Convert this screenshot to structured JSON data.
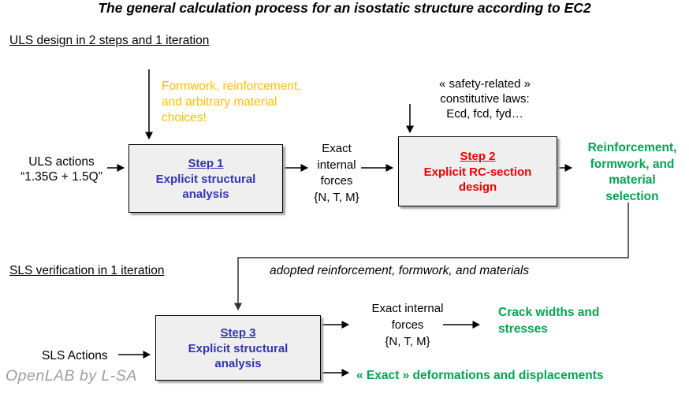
{
  "colors": {
    "navy": "#3434B8",
    "red": "#F20000",
    "green": "#00A651",
    "yellow": "#FFC000",
    "muted": "#9E9E9E",
    "box_fill": "#EFEFEF"
  },
  "title": "The general calculation process for an isostatic structure according to EC2",
  "uls": {
    "heading": "ULS design in 2 steps and 1 iteration",
    "actions": "ULS actions\n“1.35G + 1.5Q”",
    "formwork_note": "Formwork, reinforcement,\nand arbitrary material\nchoices!",
    "safety_note": "« safety-related »\nconstitutive laws:\nEcd, fcd, fyd…",
    "step1_title": "Step 1",
    "step1_body": "Explicit structural\nanalysis",
    "forces": "Exact\ninternal\nforces\n{N, T, M}",
    "step2_title": "Step 2",
    "step2_body": "Explicit RC-section\ndesign",
    "result": "Reinforcement,\nformwork, and\nmaterial\nselection"
  },
  "sls": {
    "heading": "SLS verification in 1 iteration",
    "adopted_note": "adopted reinforcement, formwork, and materials",
    "actions": "SLS Actions",
    "step3_title": "Step 3",
    "step3_body": "Explicit structural\nanalysis",
    "forces": "Exact internal\nforces\n{N, T, M}",
    "crack_result": "Crack widths and\nstresses",
    "deform_result": "« Exact » deformations and displacements"
  },
  "watermark": "OpenLAB by L-SA"
}
